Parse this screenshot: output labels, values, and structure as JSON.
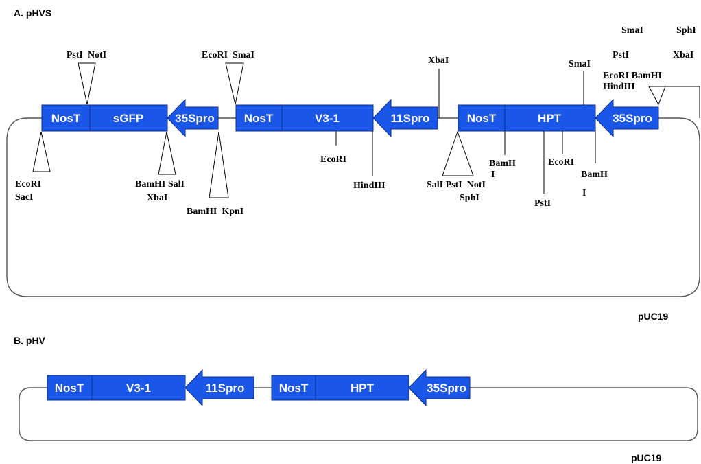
{
  "panel_a": {
    "heading": "A. pHVS",
    "backbone": "pUC19",
    "elements": {
      "nost1": "NosT",
      "sgfp": "sGFP",
      "pro35s_1": "35Spro",
      "nost2": "NosT",
      "v31": "V3-1",
      "pro11s": "11Spro",
      "nost3": "NosT",
      "hpt": "HPT",
      "pro35s_2": "35Spro"
    },
    "sites": {
      "psti_noti": "PstI  NotI",
      "ecori_saci_1": "EcoRI",
      "ecori_saci_2": "SacI",
      "bamhi_sali_1": "BamHI SalI",
      "bamhi_sali_2": "XbaI",
      "bamhi_kpni": "BamHI  KpnI",
      "ecori_smai": "EcoRI  SmaI",
      "ecori_v31": "EcoRI",
      "hindiii_1": "HindIII",
      "xbai_1": "XbaI",
      "sali_psti_noti": "SalI PstI  NotI",
      "sphi_1": "SphI",
      "bamh_1a": "BamH",
      "bamh_1b": "I",
      "psti_hpt": "PstI",
      "ecori_hpt": "EcoRI",
      "smai_hpt": "SmaI",
      "bamh_2a": "BamH",
      "bamh_2b": "I",
      "smai_top": "SmaI",
      "sphi_top": "SphI",
      "psti_top": "PstI",
      "xbai_top": "XbaI",
      "ecori_bamhi_top": "EcoRI BamHI",
      "hindiii_top": "HindIII"
    }
  },
  "panel_b": {
    "heading": "B. pHV",
    "backbone": "pUC19",
    "elements": {
      "nost1": "NosT",
      "v31": "V3-1",
      "pro11s": "11Spro",
      "nost2": "NosT",
      "hpt": "HPT",
      "pro35s": "35Spro"
    }
  },
  "colors": {
    "element_fill": "#1a56e8",
    "element_stroke": "#0c2f8a",
    "element_text": "#ffffff",
    "line": "#000000"
  }
}
